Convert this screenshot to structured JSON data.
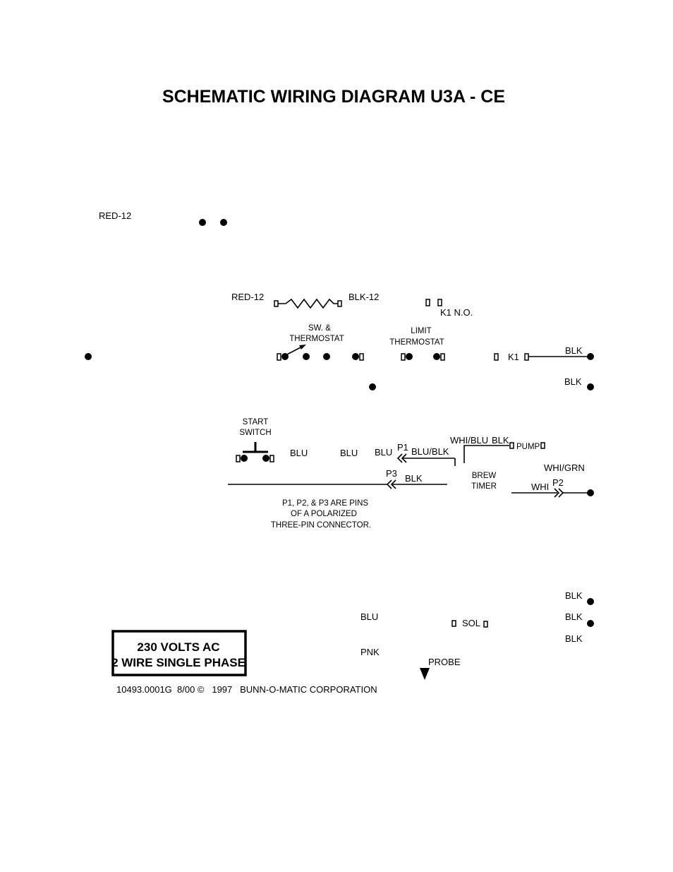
{
  "title": "SCHEMATIC WIRING DIAGRAM U3A - CE",
  "wires": {
    "red12_top": "RED-12",
    "red12_heater": "RED-12",
    "blk12_heater": "BLK-12",
    "blk_k1": "BLK",
    "blk_mid": "BLK",
    "blu_1": "BLU",
    "blu_2": "BLU",
    "blu_3": "BLU",
    "blu_blk": "BLU/BLK",
    "whi_blu": "WHI/BLU",
    "blk_pump": "BLK",
    "whi_grn": "WHI/GRN",
    "whi": "WHI",
    "blk_p3": "BLK",
    "blk_b1": "BLK",
    "blk_b2": "BLK",
    "blk_b3": "BLK",
    "blu_sol": "BLU",
    "pnk": "PNK"
  },
  "components": {
    "k1_no": "K1 N.O.",
    "sw_thermostat_1": "SW. &",
    "sw_thermostat_2": "THERMOSTAT",
    "limit_1": "LIMIT",
    "limit_2": "THERMOSTAT",
    "k1": "K1",
    "start_1": "START",
    "start_2": "SWITCH",
    "p1": "P1",
    "p2": "P2",
    "p3": "P3",
    "pump": "PUMP",
    "brew_1": "BREW",
    "brew_2": "TIMER",
    "sol": "SOL",
    "probe": "PROBE"
  },
  "note": {
    "line1": "P1, P2, & P3 ARE PINS",
    "line2": "OF A POLARIZED",
    "line3": "THREE-PIN CONNECTOR."
  },
  "voltage_box": {
    "line1": "230 VOLTS AC",
    "line2": "2 WIRE SINGLE PHASE"
  },
  "footer": "10493.0001G  8/00 ©   1997   BUNN-O-MATIC CORPORATION"
}
